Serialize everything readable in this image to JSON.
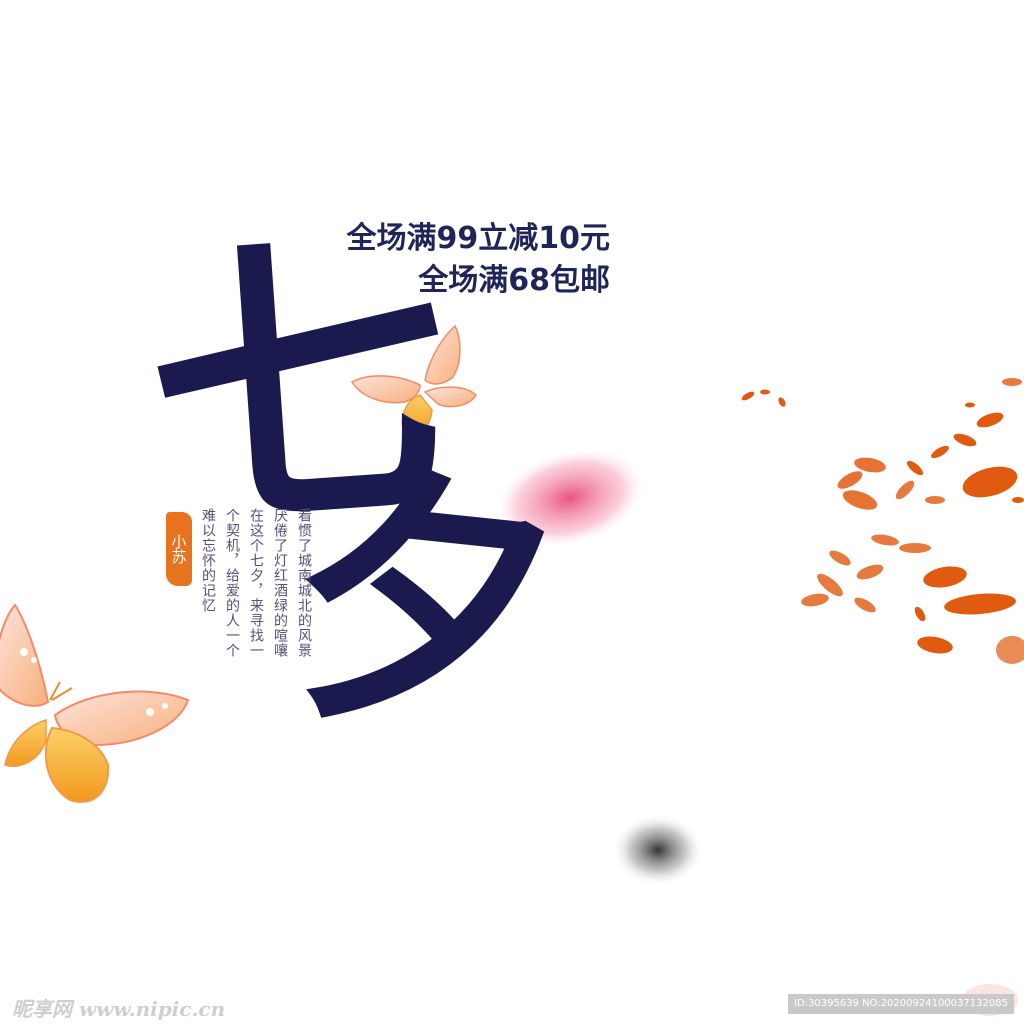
{
  "promo": {
    "line1": "全场满99立减10元",
    "line2": "全场满68包邮"
  },
  "title": {
    "char1": "七",
    "char2": "夕"
  },
  "seal": {
    "text": "小苏"
  },
  "poem": {
    "columns": [
      "看惯了城南城北的风景",
      "厌倦了灯红酒绿的喧嚷",
      "在这个七夕，来寻找一",
      "个契机，给爱的人一个",
      "难以忘怀的记忆"
    ]
  },
  "watermark": {
    "left": "昵享网 www.nipic.cn",
    "right": "ID:30395639 NO:20200924100037132085"
  },
  "colors": {
    "title": "#1b1a4e",
    "promo": "#1f2459",
    "seal": "#e8731f",
    "petal": "#e05a10",
    "butterfly_wing": "#f7b97a"
  },
  "icons": [
    "butterfly-icon",
    "petal-icon"
  ]
}
